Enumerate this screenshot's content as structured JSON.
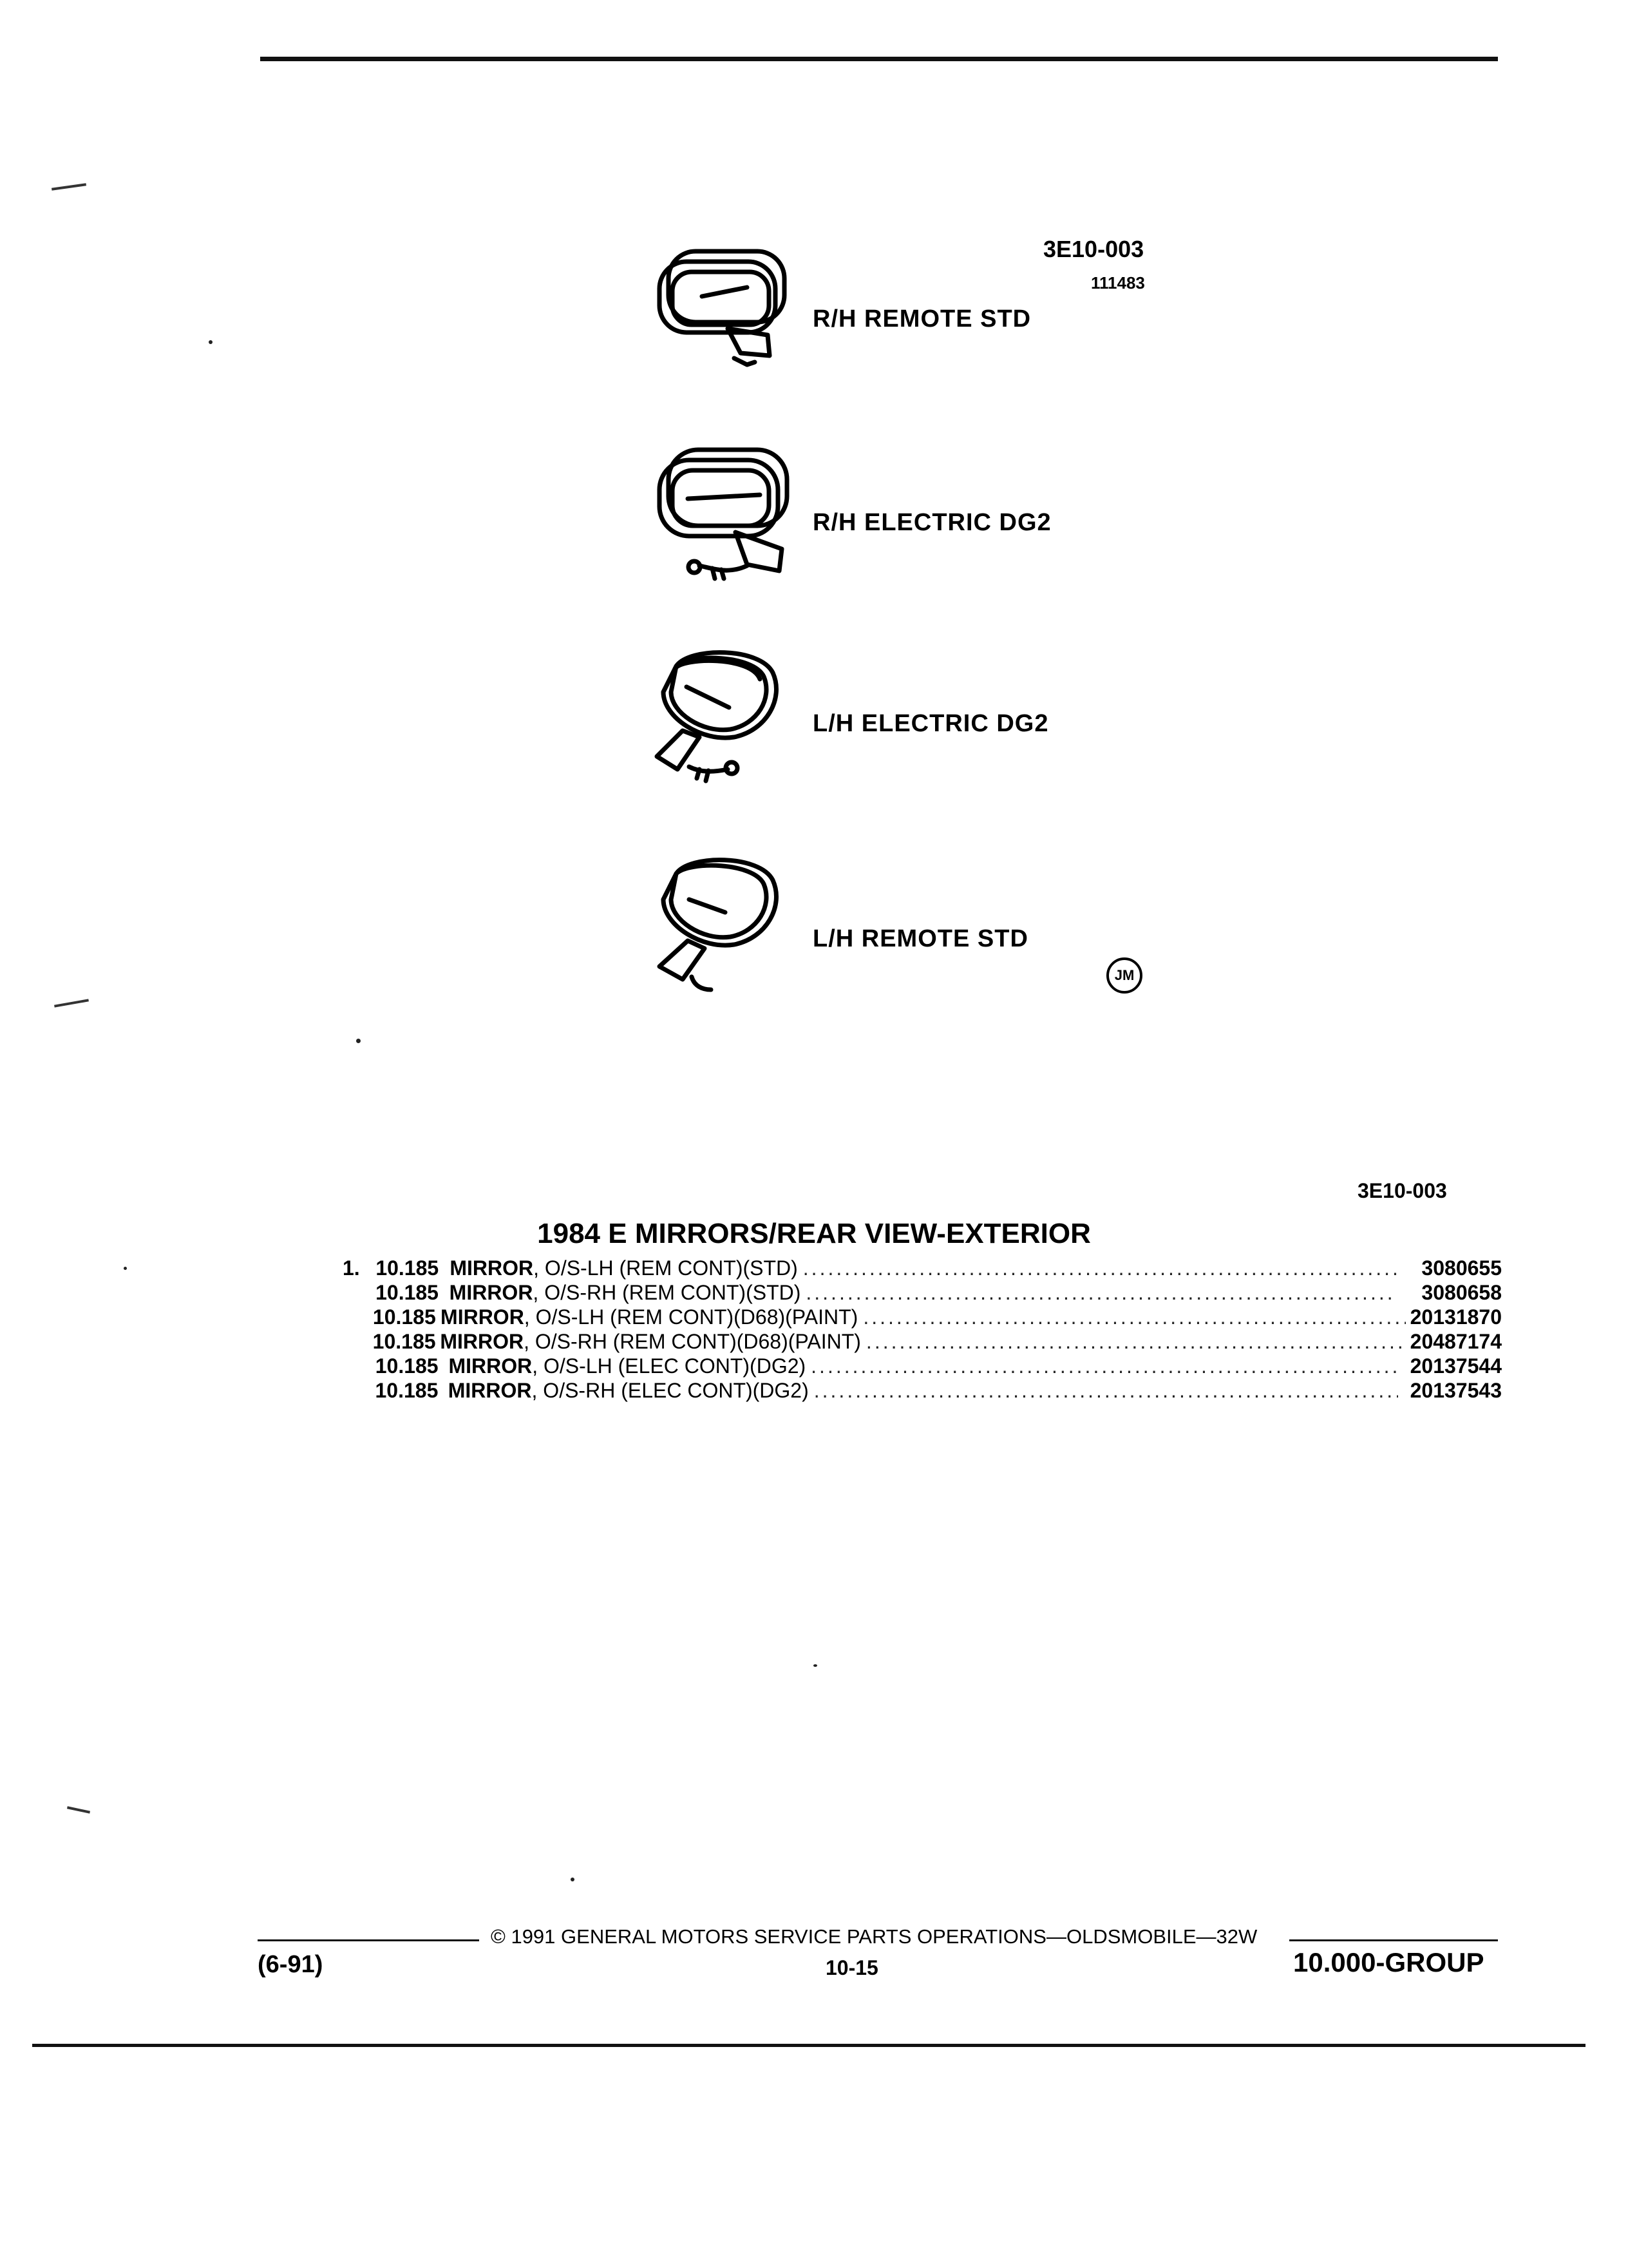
{
  "figure": {
    "code": "3E10-003",
    "date_code": "111483",
    "mirrors": [
      {
        "label": "R/H REMOTE STD",
        "icon": "right-remote-mirror-icon"
      },
      {
        "label": "R/H ELECTRIC DG2",
        "icon": "right-electric-mirror-icon"
      },
      {
        "label": "L/H ELECTRIC DG2",
        "icon": "left-electric-mirror-icon"
      },
      {
        "label": "L/H REMOTE STD",
        "icon": "left-remote-mirror-icon"
      }
    ],
    "badge": "JM"
  },
  "parts": {
    "ref_code": "3E10-003",
    "title": "1984 E MIRRORS/REAR VIEW-EXTERIOR",
    "rows": [
      {
        "index": "1.",
        "group": "10.185",
        "name": "MIRROR",
        "desc": ", O/S-LH (REM CONT)(STD)",
        "part": "3080655"
      },
      {
        "index": "",
        "group": "10.185",
        "name": "MIRROR",
        "desc": ", O/S-RH (REM CONT)(STD)",
        "part": "3080658"
      },
      {
        "index": "",
        "group": "10.185",
        "name": "MIRROR",
        "desc": ", O/S-LH (REM CONT)(D68)(PAINT)",
        "part": "20131870"
      },
      {
        "index": "",
        "group": "10.185",
        "name": "MIRROR",
        "desc": ", O/S-RH (REM CONT)(D68)(PAINT)",
        "part": "20487174"
      },
      {
        "index": "",
        "group": "10.185",
        "name": "MIRROR",
        "desc": ", O/S-LH (ELEC CONT)(DG2)",
        "part": "20137544"
      },
      {
        "index": "",
        "group": "10.185",
        "name": "MIRROR",
        "desc": ", O/S-RH (ELEC CONT)(DG2)",
        "part": "20137543"
      }
    ]
  },
  "footer": {
    "copyright": "© 1991 GENERAL MOTORS SERVICE PARTS OPERATIONS—OLDSMOBILE—32W",
    "date": "(6-91)",
    "page": "10-15",
    "group": "10.000-GROUP"
  }
}
